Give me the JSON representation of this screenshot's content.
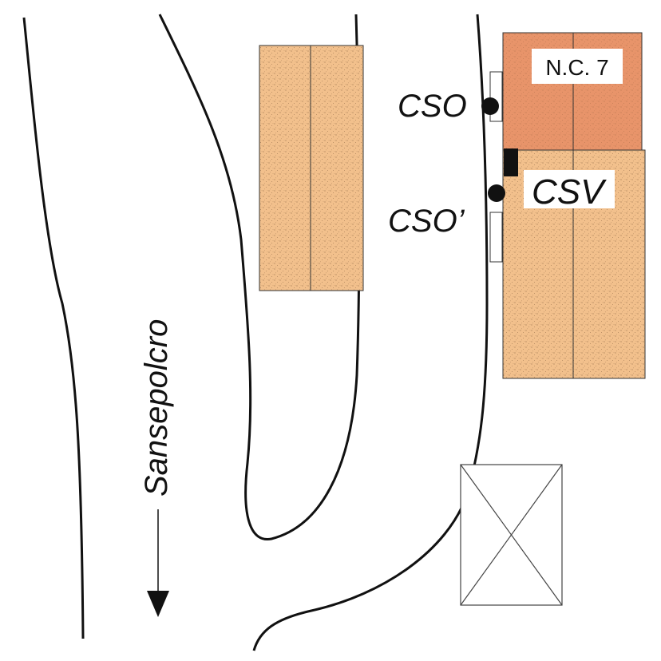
{
  "labels": {
    "cso": "CSO",
    "cso_prime": "CSO’",
    "csv": "CSV",
    "building_number": "N.C. 7",
    "direction": "Sansepolcro"
  },
  "colors": {
    "building_light": "#f2c08c",
    "building_dark": "#e8946a",
    "stroke": "#111111",
    "background": "#ffffff"
  }
}
